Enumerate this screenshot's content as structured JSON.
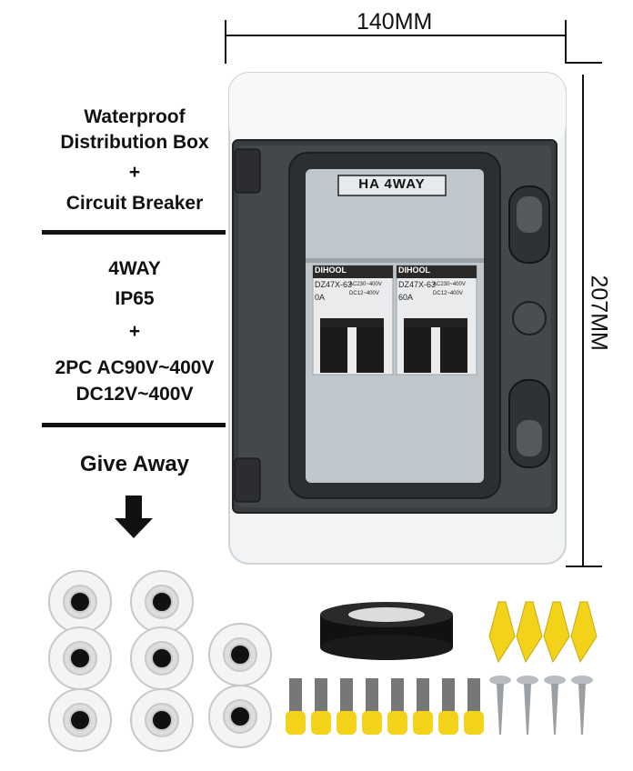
{
  "dimensions": {
    "width_label": "140MM",
    "height_label": "207MM"
  },
  "left_panel": {
    "title_lines": [
      "Waterproof",
      "Distribution Box"
    ],
    "plus_1": "+",
    "subtitle": "Circuit Breaker",
    "spec_lines": [
      "4WAY",
      "IP65"
    ],
    "plus_2": "+",
    "voltage_lines": [
      "2PC AC90V~400V",
      "DC12V~400V"
    ],
    "give_away": "Give Away"
  },
  "product": {
    "label_plate": "HA 4WAY",
    "breakers": [
      {
        "brand": "DIHOOL",
        "model": "DZ47X-63",
        "rating": "0A",
        "spec": "AC230~400V",
        "dc": "DC12~400V"
      },
      {
        "brand": "DIHOOL",
        "model": "DZ47X-63",
        "rating": "60A",
        "spec": "AC230~400V",
        "dc": "DC12~400V"
      }
    ],
    "colors": {
      "box_frame": "#f2f3f4",
      "smoked_door": "#3a3d40",
      "inner_panel": "#bfc6cc",
      "breaker_white": "#e9ebed",
      "accessory_yellow": "#f3d21a"
    }
  },
  "accessories": {
    "cable_glands": 8,
    "insulating_tape": 1,
    "wall_plugs": 4,
    "screws": 4,
    "crimp_terminals": 8
  }
}
